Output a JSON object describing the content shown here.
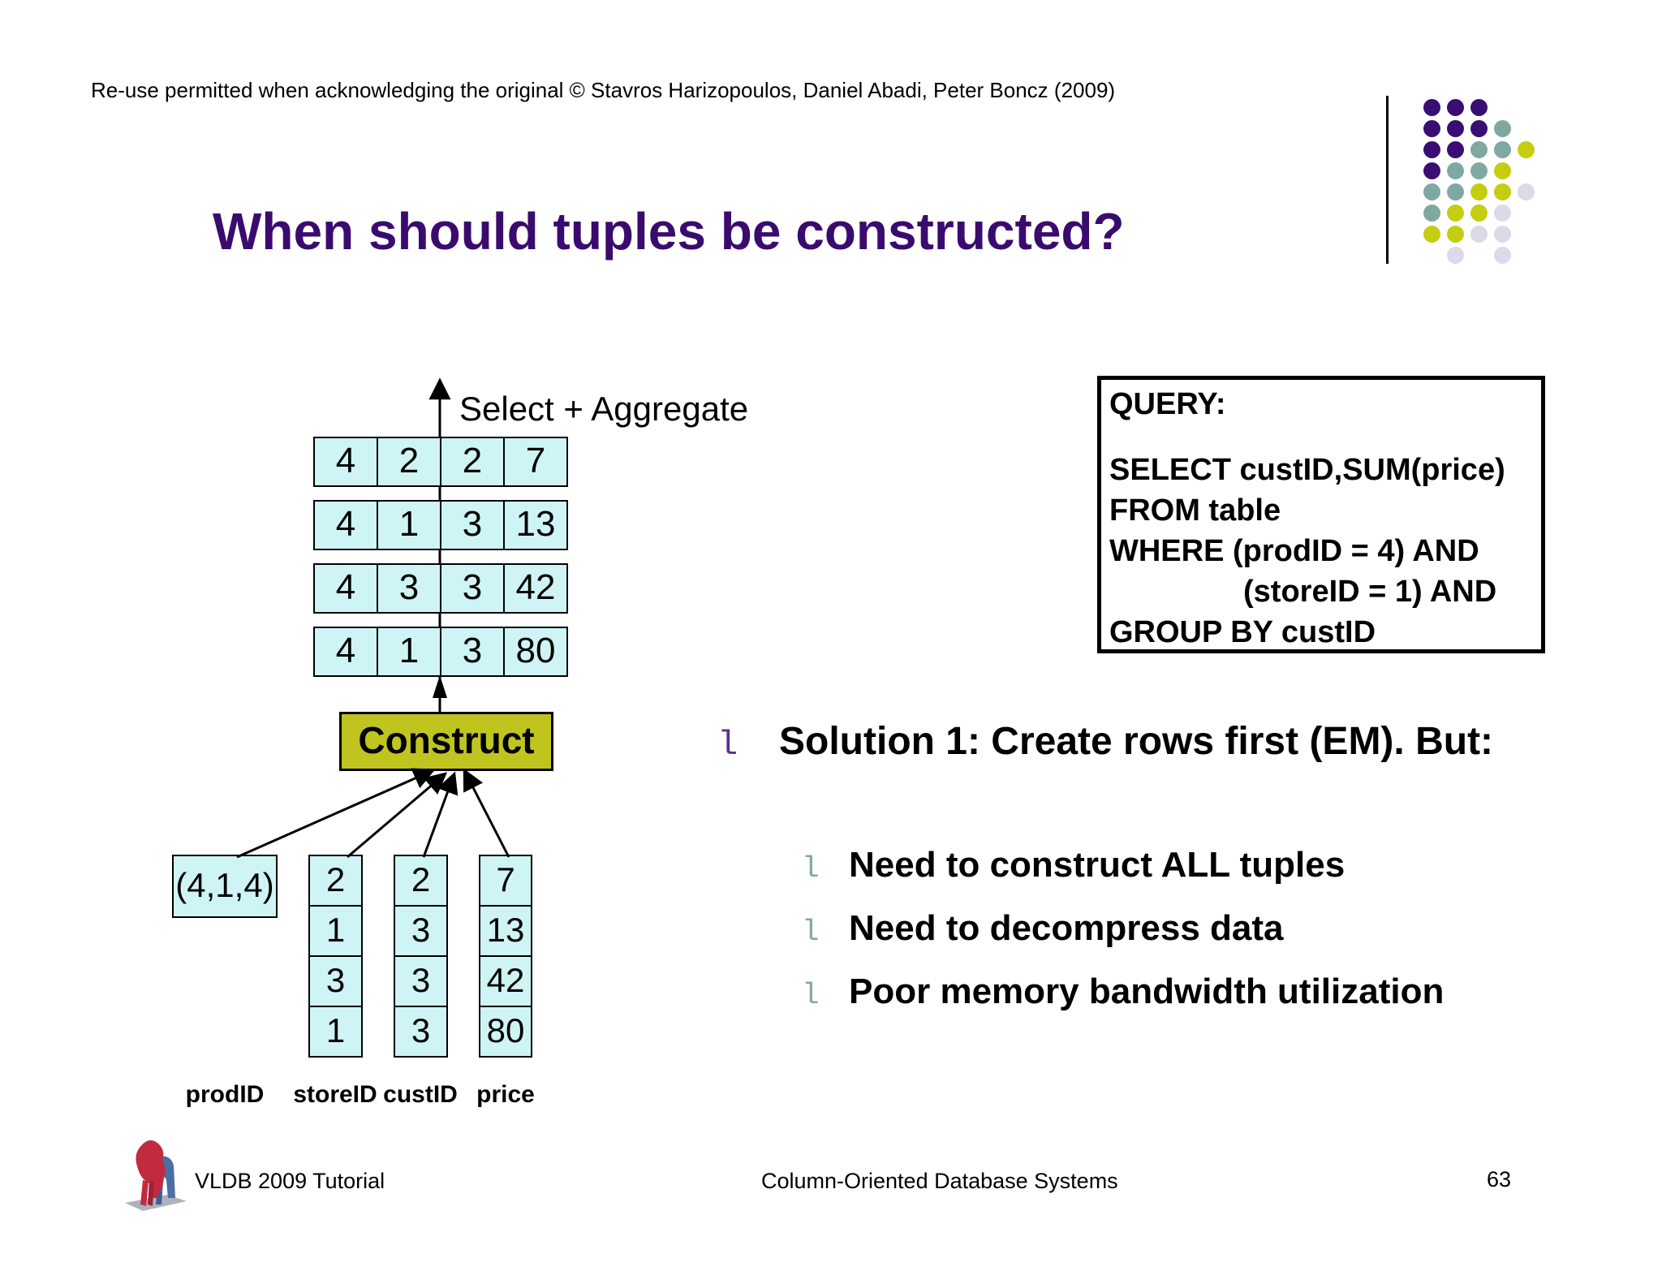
{
  "slide": {
    "copyright": "Re-use permitted when acknowledging the original © Stavros Harizopoulos, Daniel Abadi, Peter Boncz (2009)",
    "title": "When should tuples be constructed?"
  },
  "diagram": {
    "select_aggregate_label": "Select + Aggregate",
    "construct_label": "Construct",
    "tuple_table": {
      "rows": [
        [
          "4",
          "2",
          "2",
          "7"
        ],
        [
          "4",
          "1",
          "3",
          "13"
        ],
        [
          "4",
          "3",
          "3",
          "42"
        ],
        [
          "4",
          "1",
          "3",
          "80"
        ]
      ]
    },
    "columns": [
      {
        "label": "prodID",
        "cells": [
          "(4,1,4)"
        ]
      },
      {
        "label": "storeID",
        "cells": [
          "2",
          "1",
          "3",
          "1"
        ]
      },
      {
        "label": "custID",
        "cells": [
          "2",
          "3",
          "3",
          "3"
        ]
      },
      {
        "label": "price",
        "cells": [
          "7",
          "13",
          "42",
          "80"
        ]
      }
    ]
  },
  "query_box": {
    "heading": "QUERY:",
    "lines": [
      "SELECT custID,SUM(price)",
      "FROM table",
      "WHERE (prodID = 4) AND",
      "(storeID = 1) AND",
      "GROUP BY custID"
    ]
  },
  "bullets": {
    "marker": "l",
    "main": "Solution 1: Create rows first (EM). But:",
    "sub": [
      "Need to construct ALL tuples",
      "Need to decompress data",
      "Poor memory bandwidth utilization"
    ]
  },
  "footer": {
    "left": "VLDB 2009 Tutorial",
    "center": "Column-Oriented Database Systems",
    "page_number": "63"
  },
  "logo": {
    "pattern": [
      "ppp..",
      "pppt.",
      "pptty",
      "ptty.",
      "ttyyv",
      "tyyv.",
      "yyvv.",
      ".v.v."
    ],
    "dot_colors": {
      "p": "#3A0D72",
      "t": "#7FA8A3",
      "y": "#C5CD11",
      "v": "#DADAE8"
    }
  },
  "colors": {
    "title_purple": "#3A0B6E",
    "cell_cyan": "#CFF4F5",
    "construct_yellow": "#BFC51E",
    "bullet_purple": "#5B2E91",
    "bullet_teal": "#83A8A2"
  }
}
